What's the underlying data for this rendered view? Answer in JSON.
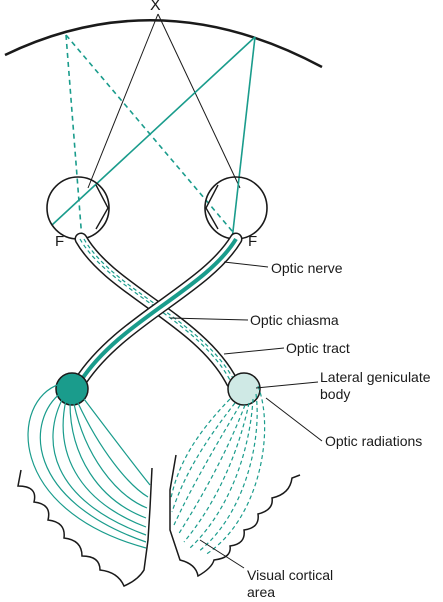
{
  "diagram": {
    "point_label": "X",
    "focus_left": "F",
    "focus_right": "F",
    "labels": {
      "optic_nerve": "Optic nerve",
      "optic_chiasma": "Optic chiasma",
      "optic_tract": "Optic tract",
      "lgb_line1": "Lateral geniculate",
      "lgb_line2": "body",
      "optic_radiations": "Optic radiations",
      "visual_line1": "Visual cortical",
      "visual_line2": "area"
    },
    "colors": {
      "teal": "#1a9c8c",
      "teal_light": "#cfe9e5",
      "ink": "#1a1a1a"
    }
  }
}
